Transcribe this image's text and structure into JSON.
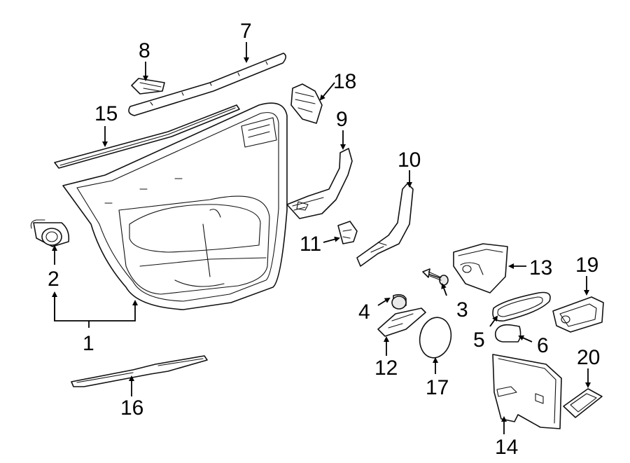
{
  "callouts": {
    "c1": "1",
    "c2": "2",
    "c3": "3",
    "c4": "4",
    "c5": "5",
    "c6": "6",
    "c7": "7",
    "c8": "8",
    "c9": "9",
    "c10": "10",
    "c11": "11",
    "c12": "12",
    "c13": "13",
    "c14": "14",
    "c15": "15",
    "c16": "16",
    "c17": "17",
    "c18": "18",
    "c19": "19",
    "c20": "20"
  },
  "colors": {
    "line": "#111111",
    "fill": "#ffffff",
    "shade": "#e9e9e9"
  }
}
